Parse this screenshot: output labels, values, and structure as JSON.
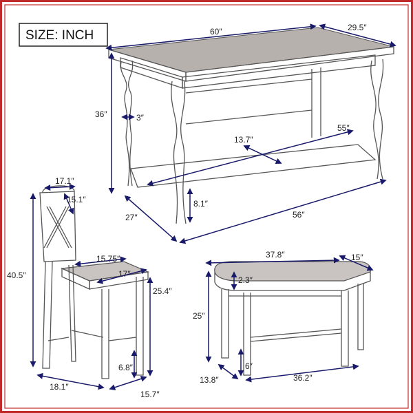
{
  "size_label": "SIZE: INCH",
  "colors": {
    "frame": "#c12a2a",
    "arrow": "#1a1a6a",
    "furniture": "#555555"
  },
  "table": {
    "length_top": "60″",
    "width_top": "29.5″",
    "height": "36″",
    "leg": "3″",
    "inner_depth": "13.7″",
    "stretcher": "55″",
    "stretcher_height": "8.1″",
    "depth": "27″",
    "length_bottom": "56″"
  },
  "chair": {
    "back_width": "17.1″",
    "back_inner": "15.1″",
    "seat_depth": "15.75″",
    "seat_width": "17″",
    "total_height": "40.5″",
    "seat_height": "25.4″",
    "foot_height": "6.8″",
    "base_depth": "18.1″",
    "base_width": "15.7″"
  },
  "bench": {
    "length": "37.8″",
    "depth": "15″",
    "cushion": "2.3″",
    "height": "25″",
    "foot": "6″",
    "base_depth": "13.8″",
    "base_length": "36.2″"
  }
}
